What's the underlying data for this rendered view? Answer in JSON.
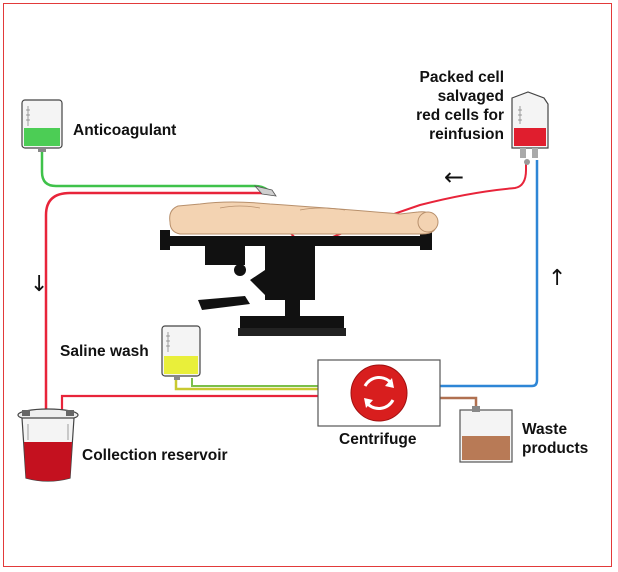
{
  "labels": {
    "anticoagulant": "Anticoagulant",
    "packed_cells": [
      "Packed cell",
      "salvaged",
      "red cells for",
      "reinfusion"
    ],
    "saline_wash": "Saline wash",
    "centrifuge": "Centrifuge",
    "collection_reservoir": "Collection reservoir",
    "waste_products": [
      "Waste",
      "products"
    ]
  },
  "arrows": {
    "down": "↓",
    "up": "↑",
    "left": "←"
  },
  "colors": {
    "frame": "#e23a3a",
    "blood_line": "#e8243a",
    "anticoagulant_line": "#3fc24a",
    "saline_line": "#c9c930",
    "return_line": "#2e86d6",
    "waste_line": "#b07050",
    "centrifuge": "#d81e1e",
    "table": "#111111",
    "patient": "#f3d3b2"
  }
}
